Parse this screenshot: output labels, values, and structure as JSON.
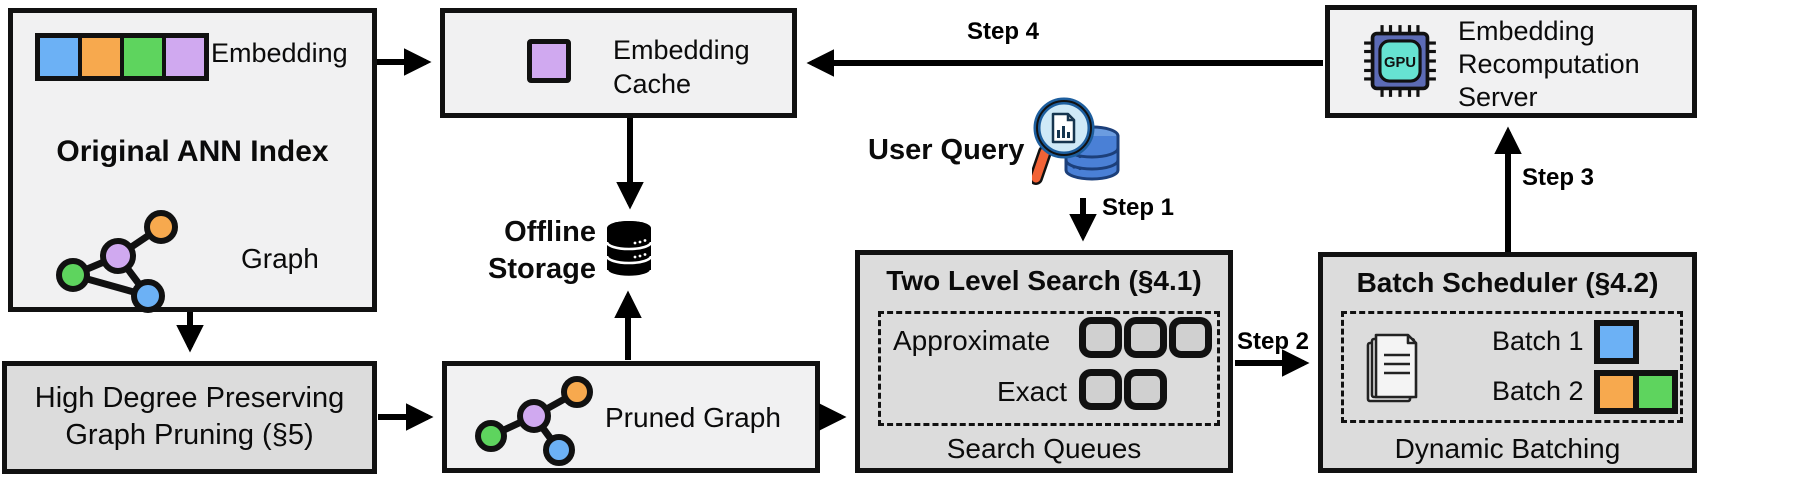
{
  "figure": {
    "description": "System architecture diagram of an ANN search system with embedding recomputation"
  },
  "colors": {
    "box_light": "#f1f1f2",
    "box_gray": "#dcdcdc",
    "border_black": "#111111",
    "node_blue": "#6cb1f5",
    "node_orange": "#f7a94e",
    "node_green": "#5ed45e",
    "node_purple": "#d0a9f0",
    "queue_fill": "#d0d0d0",
    "gpu_chip_body": "#5c6bb5",
    "gpu_chip_core": "#66e3d2",
    "query_db_blue": "#4a80d6",
    "query_lens_blue": "#cfe9f7",
    "query_handle_orange": "#f26336"
  },
  "original_index": {
    "title": "Original ANN Index",
    "embedding_label": "Embedding",
    "graph_label": "Graph",
    "embedding_colors": [
      "#6cb1f5",
      "#f7a94e",
      "#5ed45e",
      "#d0a9f0"
    ],
    "graph_icon": "node-graph-icon"
  },
  "graph_pruning": {
    "title_line1": "High Degree Preserving",
    "title_line2": "Graph Pruning (§5)"
  },
  "embedding_cache": {
    "title_line1": "Embedding",
    "title_line2": "Cache",
    "cached_square_color": "#d0a9f0",
    "icon": "cached-embedding-square-icon"
  },
  "offline_storage": {
    "label_line1": "Offline",
    "label_line2": "Storage",
    "icon": "database-icon"
  },
  "pruned_graph": {
    "title": "Pruned Graph",
    "graph_icon": "pruned-node-graph-icon"
  },
  "user_query": {
    "label": "User Query",
    "icon": "magnifier-database-icon"
  },
  "two_level_search": {
    "title": "Two Level Search (§4.1)",
    "row1_label": "Approximate",
    "row2_label": "Exact",
    "caption": "Search Queues",
    "approximate_queue_count": 3,
    "exact_queue_count": 2
  },
  "batch_scheduler": {
    "title": "Batch Scheduler (§4.2)",
    "batch1_label": "Batch 1",
    "batch2_label": "Batch 2",
    "caption": "Dynamic Batching",
    "batch1_colors": [
      "#6cb1f5"
    ],
    "batch2_colors": [
      "#f7a94e",
      "#5ed45e"
    ],
    "icon": "documents-icon"
  },
  "recomputation_server": {
    "title_line1": "Embedding",
    "title_line2": "Recomputation",
    "title_line3": "Server",
    "gpu_text": "GPU",
    "icon": "gpu-chip-icon"
  },
  "steps": {
    "step1": "Step 1",
    "step2": "Step 2",
    "step3": "Step 3",
    "step4": "Step 4"
  }
}
